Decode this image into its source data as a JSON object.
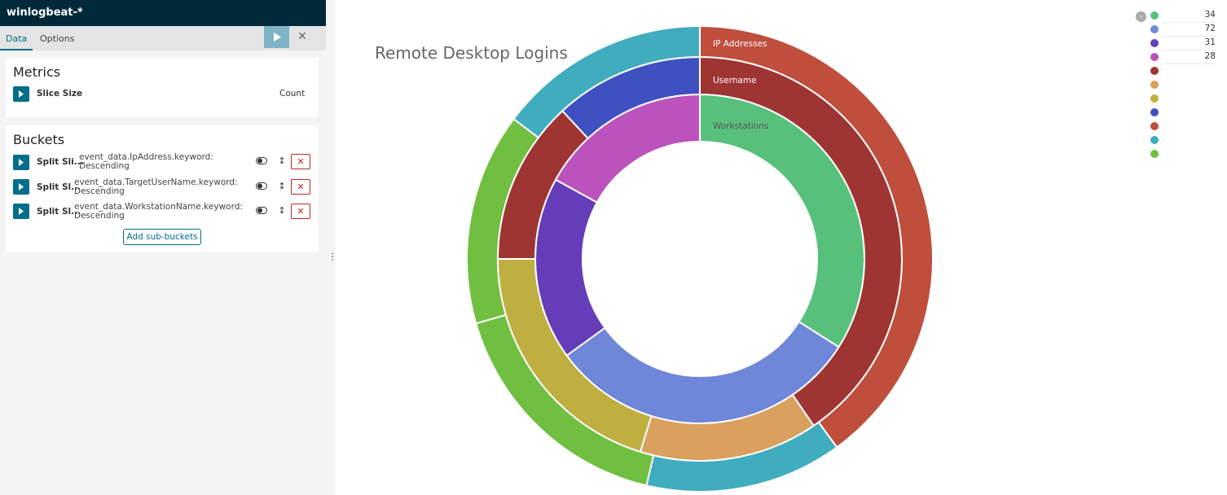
{
  "sidebar": {
    "index_pattern": "winlogbeat-*",
    "tabs": [
      {
        "label": "Data"
      },
      {
        "label": "Options"
      }
    ],
    "metrics": {
      "title": "Metrics",
      "item": {
        "name": "Slice Size",
        "value": "Count"
      }
    },
    "buckets": {
      "title": "Buckets",
      "items": [
        {
          "name": "Split Sli...",
          "field": "event_data.IpAddress.keyword:",
          "order": "Descending"
        },
        {
          "name": "Split Sl...",
          "field": "event_data.TargetUserName.keyword:",
          "order": "Descending"
        },
        {
          "name": "Split Sl...",
          "field": "event_data.WorkstationName.keyword:",
          "order": "Descending"
        }
      ],
      "add_label": "Add sub-buckets"
    }
  },
  "chart_data": {
    "type": "pie",
    "title": "Remote Desktop Logins",
    "donut": true,
    "rings": [
      {
        "label": "Workstations",
        "slices": [
          {
            "value": 34,
            "color": "#57c17b"
          },
          {
            "value": 31,
            "color": "#6f87d8"
          },
          {
            "value": 18,
            "color": "#663db8"
          },
          {
            "value": 17,
            "color": "#bc52bc"
          }
        ]
      },
      {
        "label": "Username",
        "slices": [
          {
            "value": 34,
            "color": "#9e3533"
          },
          {
            "value": 12,
            "color": "#daa05d"
          },
          {
            "value": 17,
            "color": "#bfaf40"
          },
          {
            "value": 11,
            "color": "#9e3533"
          },
          {
            "value": 10,
            "color": "#3f51c0"
          }
        ]
      },
      {
        "label": "IP Addresses",
        "slices": [
          {
            "value": 38,
            "color": "#bf4e3d"
          },
          {
            "value": 13,
            "color": "#40adbe"
          },
          {
            "value": 16,
            "color": "#70bf41"
          },
          {
            "value": 14,
            "color": "#70bf41"
          },
          {
            "value": 14,
            "color": "#40adbe"
          }
        ]
      }
    ]
  },
  "legend": {
    "items": [
      {
        "color": "#57c17b",
        "value": "34"
      },
      {
        "color": "#6f87d8",
        "value": "72"
      },
      {
        "color": "#663db8",
        "value": "31"
      },
      {
        "color": "#bc52bc",
        "value": "28"
      },
      {
        "color": "#9e3533",
        "value": ""
      },
      {
        "color": "#daa05d",
        "value": ""
      },
      {
        "color": "#bfaf40",
        "value": ""
      },
      {
        "color": "#3f51c0",
        "value": ""
      },
      {
        "color": "#bf4e3d",
        "value": ""
      },
      {
        "color": "#40adbe",
        "value": ""
      },
      {
        "color": "#70bf41",
        "value": ""
      }
    ]
  }
}
